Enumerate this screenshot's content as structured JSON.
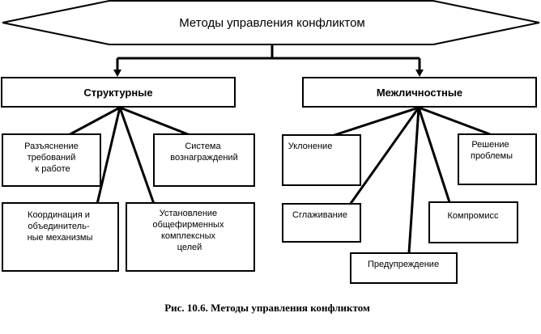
{
  "title": "Методы управления конфликтом",
  "groups": {
    "structural": "Структурные",
    "interpersonal": "Межличностные"
  },
  "structural_methods": {
    "clarification": [
      "Разъяснение",
      "требований",
      "к  работе"
    ],
    "rewards": [
      "Система",
      "вознаграждений"
    ],
    "coordination": [
      "Координация и",
      "объединитель-",
      "ные механизмы"
    ],
    "goals": [
      "Установление",
      "общефирменных",
      "комплексных",
      "целей"
    ]
  },
  "interpersonal_methods": {
    "avoidance": [
      "Уклонение"
    ],
    "problem_solving": [
      "Решение",
      "проблемы"
    ],
    "smoothing": [
      "Сглаживание"
    ],
    "compromise": [
      "Компромисс"
    ],
    "forcing": [
      "Предупреждение"
    ]
  },
  "caption": "Рис. 10.6. Методы управления конфликтом"
}
